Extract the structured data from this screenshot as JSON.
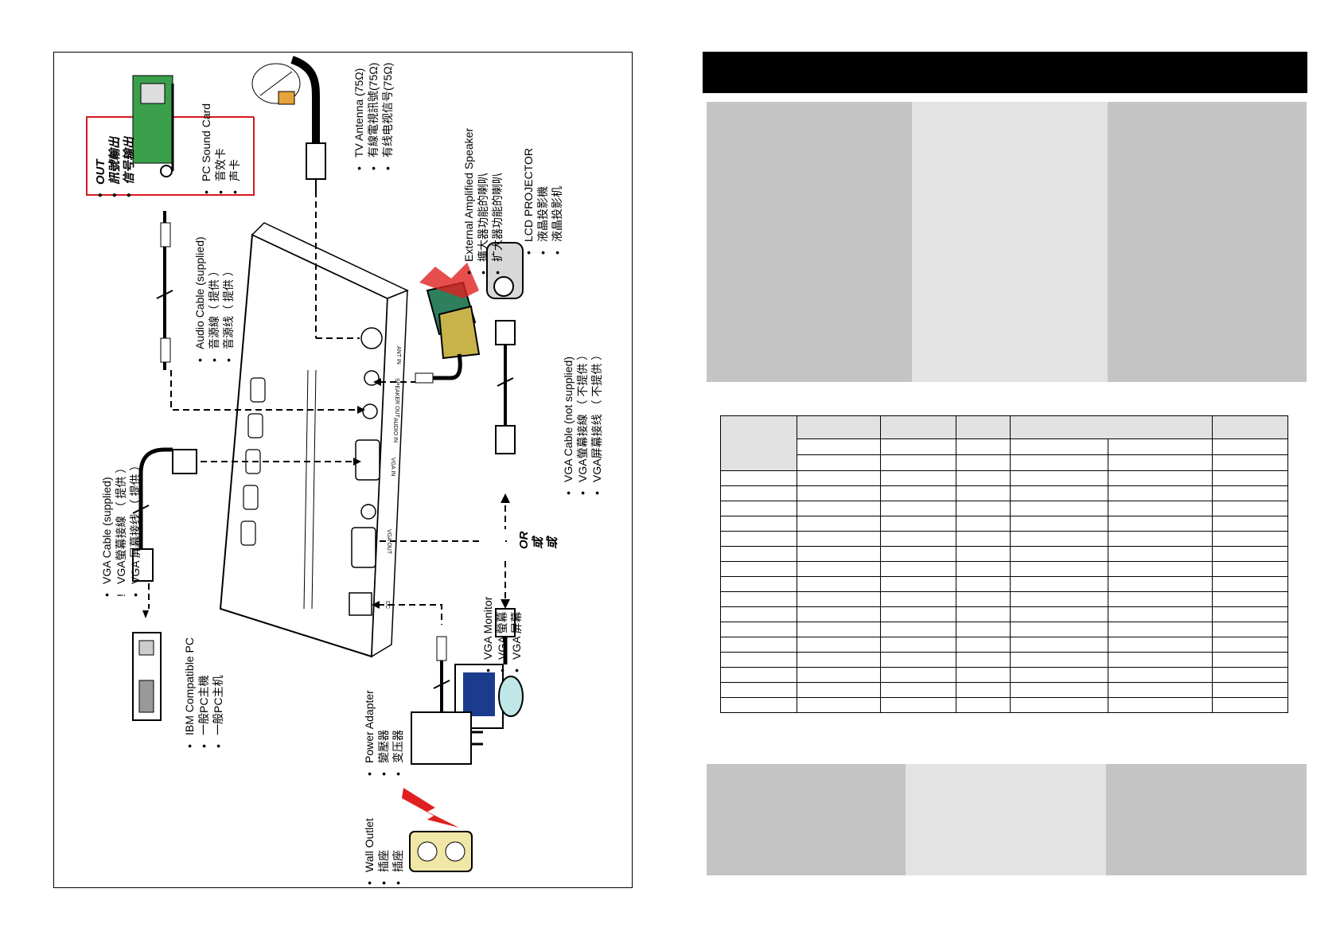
{
  "diagram": {
    "sound_card_out": [
      "OUT",
      "訊號輸出",
      "信号输出"
    ],
    "sound_card": [
      "PC Sound Card",
      "音效卡",
      "声卡"
    ],
    "tv_antenna": [
      "TV Antenna (75Ω)",
      "有線電視訊號(75Ω)",
      "有线电视信号(75Ω)"
    ],
    "audio_cable": [
      "Audio Cable (supplied)",
      "音源線（ 提供 ）",
      "音源线（ 提供 ）"
    ],
    "speaker": [
      "External Amplified Speaker",
      "擴大器功能的喇叭",
      "扩大器功能的喇叭"
    ],
    "projector": [
      "LCD PROJECTOR",
      "液晶投影機",
      "液晶投影机"
    ],
    "vga_cable_supplied": [
      "VGA Cable (supplied)",
      "VGA螢幕接線 （ 提供 ）",
      "VGA 屏幕接线 （ 提供 ）"
    ],
    "vga_cable_not_supplied": [
      "VGA Cable (not supplied)",
      "VGA螢幕接線 （ 不提供 ）",
      "VGA屏幕接线 （ 不提供 ）"
    ],
    "or_label": [
      "OR",
      "或",
      "或"
    ],
    "ibm_pc": [
      "IBM Compatible PC",
      "一般PC主機",
      "一般PC主机"
    ],
    "vga_monitor": [
      "VGA Monitor",
      "VGA 螢幕",
      "VGA 屏幕"
    ],
    "power_adapter": [
      "Power Adapter",
      "變壓器",
      "变压器"
    ],
    "wall_outlet": [
      "Wall Outlet",
      "插座",
      "插座"
    ],
    "port_labels": [
      "ANT IN",
      "SPEAKER OUT",
      "AUDIO IN",
      "VGA IN",
      "VGA OUT",
      "DC"
    ]
  },
  "table": {
    "body_rows": 16
  },
  "colors": {
    "header_bar": "#000000",
    "panel_dark": "#c4c4c4",
    "panel_light": "#e3e3e3"
  }
}
